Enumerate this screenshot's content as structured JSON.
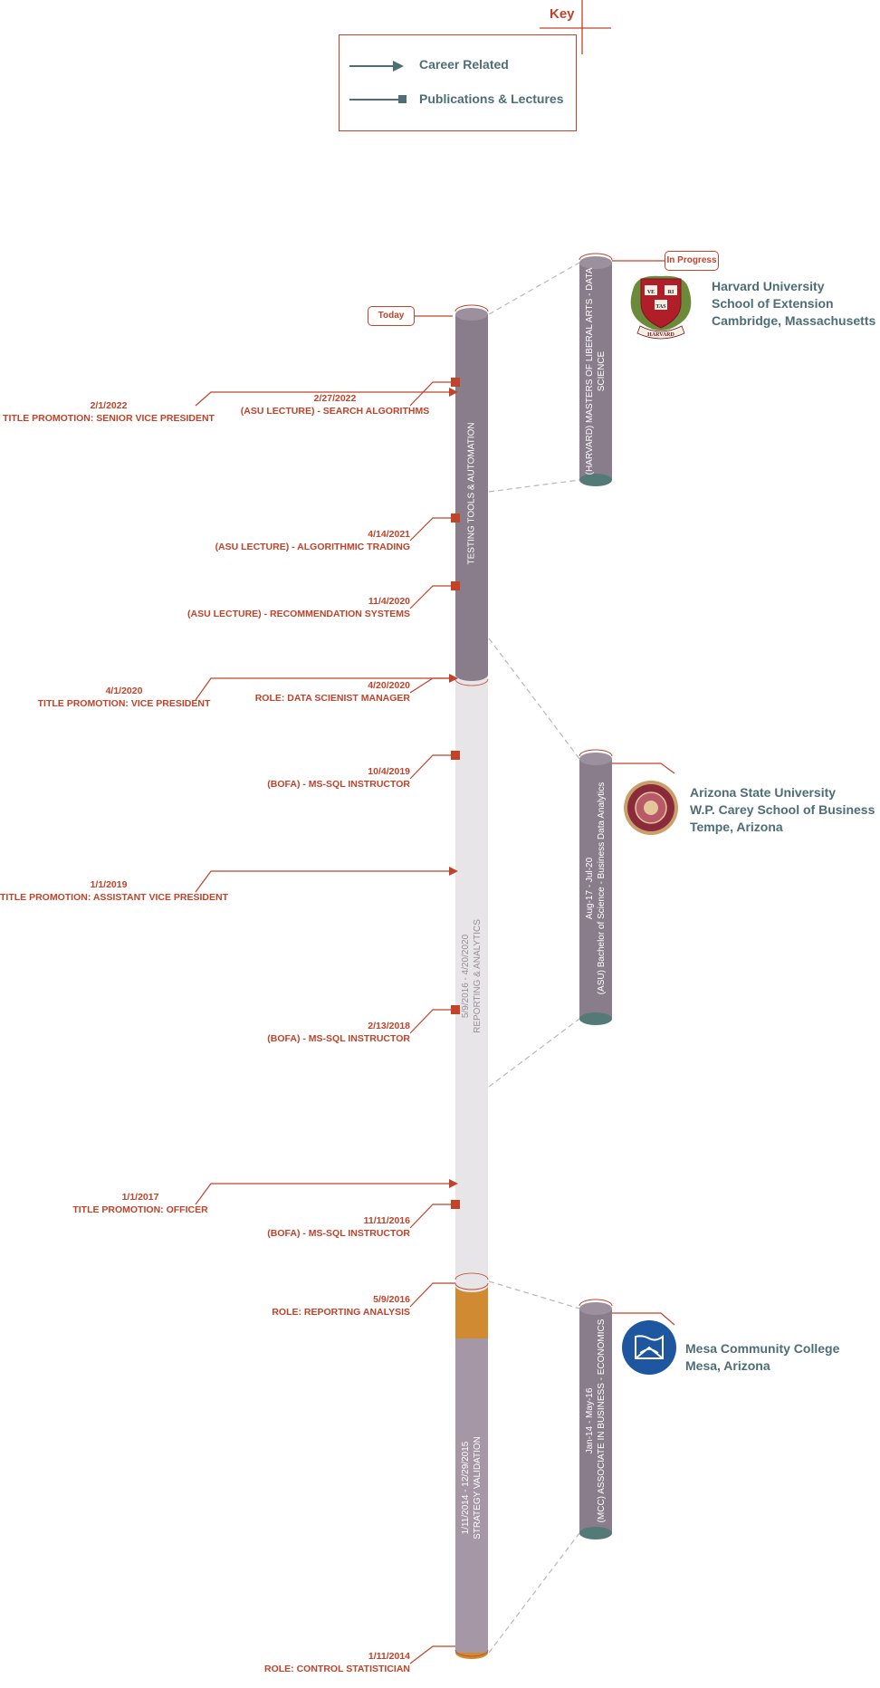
{
  "key": {
    "title": "Key",
    "career_related": "Career Related",
    "publications_lectures": "Publications & Lectures"
  },
  "badges": {
    "today": "Today",
    "in_progress": "In Progress"
  },
  "colors": {
    "accent": "#c0432a",
    "text_teal": "#4e6e76",
    "bar_purple": "#8a7d8b",
    "bar_light": "#e8e5e8",
    "bar_orange": "#d08a32",
    "bar_teal_cap": "#547a78",
    "asu_maroon": "#8a2a3a",
    "mcc_blue": "#1f56a0",
    "harvard_red": "#b01e2a"
  },
  "timeline": {
    "segments": [
      {
        "title": "TESTING TOOLS & AUTOMATION",
        "dates": ""
      },
      {
        "title": "REPORTING & ANALYTICS",
        "dates": "5/9/2016 - 4/20/2020"
      },
      {
        "title": "STRATEGY VALIDATION",
        "dates": "1/11/2014 - 12/29/2015"
      }
    ]
  },
  "events": {
    "career": [
      {
        "date": "2/1/2022",
        "text": "TITLE PROMOTION: SENIOR VICE PRESIDENT"
      },
      {
        "date": "4/1/2020",
        "text": "TITLE PROMOTION: VICE PRESIDENT"
      },
      {
        "date": "1/1/2019",
        "text": "TITLE PROMOTION: ASSISTANT VICE PRESIDENT"
      },
      {
        "date": "1/1/2017",
        "text": "TITLE PROMOTION: OFFICER"
      }
    ],
    "right": [
      {
        "date": "2/27/2022",
        "text": "(ASU LECTURE) - SEARCH ALGORITHMS"
      },
      {
        "date": "4/14/2021",
        "text": "(ASU LECTURE) - ALGORITHMIC TRADING"
      },
      {
        "date": "11/4/2020",
        "text": "(ASU LECTURE) - RECOMMENDATION SYSTEMS"
      },
      {
        "date": "4/20/2020",
        "text": "ROLE: DATA SCIENIST MANAGER"
      },
      {
        "date": "10/4/2019",
        "text": "(BOFA) - MS-SQL INSTRUCTOR"
      },
      {
        "date": "2/13/2018",
        "text": "(BOFA) - MS-SQL INSTRUCTOR"
      },
      {
        "date": "11/11/2016",
        "text": "(BOFA) - MS-SQL INSTRUCTOR"
      },
      {
        "date": "5/9/2016",
        "text": "ROLE: REPORTING ANALYSIS"
      }
    ],
    "bottom": {
      "date": "1/11/2014",
      "text": "ROLE: CONTROL STATISTICIAN"
    }
  },
  "education": [
    {
      "bar_lines": [
        "(HARVARD) MASTERS OF LIBERAL ARTS - DATA",
        "SCIENCE"
      ],
      "school": [
        "Harvard University",
        "School of Extension",
        "Cambridge, Massachusetts"
      ],
      "logo": "harvard-crest-icon",
      "seal_text": [
        "VE",
        "RI",
        "TAS"
      ],
      "banner_text": "HARVARD"
    },
    {
      "bar_lines": [
        "Aug-17 - Jul-20",
        "(ASU) Bachelor of Science - Business Data Analytics"
      ],
      "school": [
        "Arizona State University",
        "W.P. Carey School of Business",
        "Tempe, Arizona"
      ],
      "logo": "asu-seal-icon"
    },
    {
      "bar_lines": [
        "Jan-14 - May-16",
        "(MCC) ASSOCIATE IN BUSINESS - ECONOMICS"
      ],
      "school": [
        "Mesa Community College",
        "Mesa, Arizona"
      ],
      "logo": "mcc-logo-icon"
    }
  ]
}
